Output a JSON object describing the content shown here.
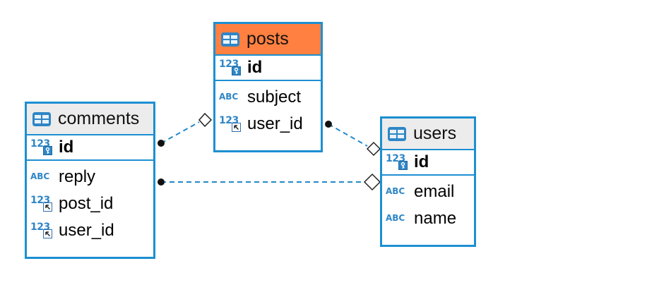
{
  "colors": {
    "border": "#1d8fd2",
    "header_bg": "#ececec",
    "selected_header_bg": "#ff8040",
    "connector": "#2389c9"
  },
  "entities": {
    "posts": {
      "title": "posts",
      "selected": true,
      "pk": "id",
      "cols": [
        {
          "name": "subject",
          "type": "ABC"
        },
        {
          "name": "user_id",
          "type": "fk"
        }
      ]
    },
    "comments": {
      "title": "comments",
      "pk": "id",
      "cols": [
        {
          "name": "reply",
          "type": "ABC"
        },
        {
          "name": "post_id",
          "type": "fk"
        },
        {
          "name": "user_id",
          "type": "fk"
        }
      ]
    },
    "users": {
      "title": "users",
      "pk": "id",
      "cols": [
        {
          "name": "email",
          "type": "ABC"
        },
        {
          "name": "name",
          "type": "ABC"
        }
      ]
    }
  },
  "relationships": [
    {
      "from": "comments",
      "to": "posts"
    },
    {
      "from": "posts",
      "to": "users"
    },
    {
      "from": "comments",
      "to": "users"
    }
  ],
  "type_labels": {
    "numeric": "123",
    "string": "ABC"
  }
}
